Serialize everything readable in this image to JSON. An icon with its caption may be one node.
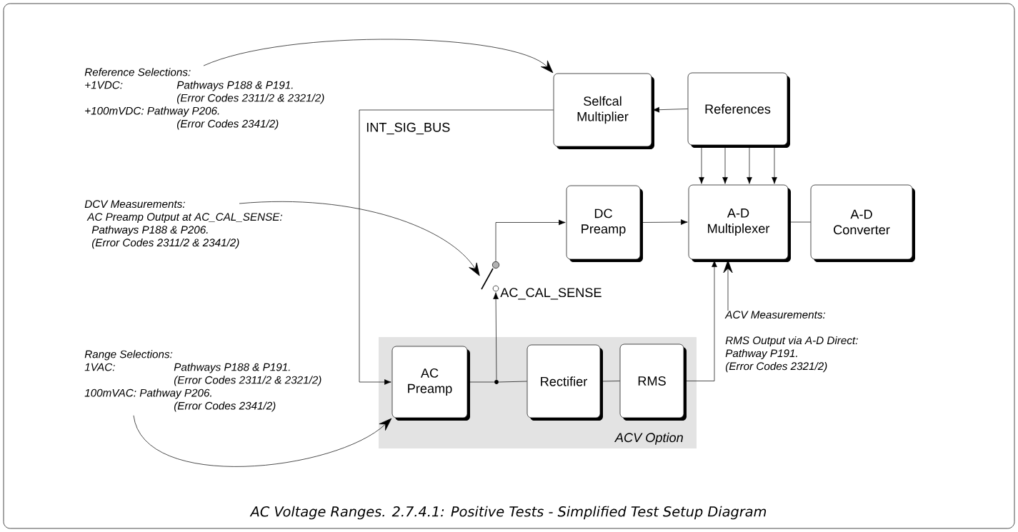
{
  "diagram": {
    "caption": "AC Voltage Ranges. 2.7.4.1: Positive Tests - Simplified Test Setup Diagram",
    "nodes": [
      {
        "text": [
          "ACV Option"
        ]
      },
      {
        "text": [
          "Selfcal Multiplier"
        ]
      },
      {
        "text": [
          "References"
        ]
      },
      {
        "text": [
          "DC Preamp"
        ]
      },
      {
        "text": [
          "A-D Multiplexer"
        ]
      },
      {
        "text": [
          "A-D Converter"
        ]
      },
      {
        "text": [
          "AC Preamp"
        ],
        "in": 0
      },
      {
        "text": [
          "Rectifier"
        ],
        "in": 0
      },
      {
        "text": [
          "RMS"
        ],
        "in": 0
      },
      {
        "text": [
          "Reference Selections:",
          "+1VDC:",
          "Pathways P188 & P191.",
          "(Error Codes 2311/2 & 2321/2)",
          "+100mVDC: Pathway P206.",
          "(Error Codes 2341/2)"
        ]
      },
      {
        "text": [
          "DCV Measurements:",
          "AC Preamp Output at AC_CAL_SENSE:",
          "Pathways P188 & P206.",
          "(Error Codes 2311/2 & 2341/2)"
        ]
      },
      {
        "text": [
          "Range Selections:",
          "1VAC:",
          "Pathways P188 & P191.",
          "(Error Codes 2311/2 & 2321/2)",
          "100mVAC: Pathway P206.",
          "(Error Codes 2341/2)"
        ]
      },
      {
        "text": [
          "ACV Measurements:",
          "RMS Output via A-D Direct:",
          "Pathway P191.",
          "(Error Codes 2321/2)"
        ]
      },
      {
        "text": [],
        "shape": "switch",
        "beside": [
          "AC_CAL_SENSE"
        ]
      },
      {
        "text": [],
        "shape": "dot",
        "in": 0
      }
    ],
    "edges": [
      {
        "from": 1,
        "to": 6,
        "arrow": "to",
        "label": "INT_SIG_BUS"
      },
      {
        "from": 2,
        "to": 1,
        "arrow": "to"
      },
      {
        "from": 2,
        "to": 4,
        "arrow": "to"
      },
      {
        "from": 2,
        "to": 4,
        "arrow": "to"
      },
      {
        "from": 2,
        "to": 4,
        "arrow": "to"
      },
      {
        "from": 2,
        "to": 4,
        "arrow": "to"
      },
      {
        "from": 3,
        "to": 4,
        "arrow": "to"
      },
      {
        "from": 4,
        "to": 5,
        "arrow": "none"
      },
      {
        "from": 6,
        "to": 14,
        "arrow": "none"
      },
      {
        "from": 14,
        "to": 7,
        "arrow": "none"
      },
      {
        "from": 7,
        "to": 8,
        "arrow": "none"
      },
      {
        "from": 14,
        "to": 13,
        "arrow": "to"
      },
      {
        "from": 13,
        "to": 3,
        "arrow": "to"
      },
      {
        "from": 8,
        "to": 4,
        "arrow": "to"
      },
      {
        "from": 9,
        "to": 1,
        "arrow": "to"
      },
      {
        "from": 10,
        "to": 13,
        "arrow": "to"
      },
      {
        "from": 11,
        "to": 6,
        "arrow": "to"
      },
      {
        "from": 12,
        "to": 4,
        "arrow": "to"
      }
    ]
  }
}
